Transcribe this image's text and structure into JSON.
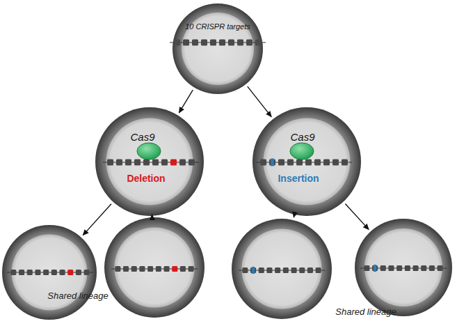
{
  "diagram": {
    "nodes": [
      {
        "text": [
          "10 CRISPR targets"
        ]
      },
      {
        "text": [
          "Cas9",
          "Deletion"
        ]
      },
      {
        "text": [
          "Cas9",
          "Insertion"
        ]
      },
      {
        "text": []
      },
      {
        "text": []
      },
      {
        "text": []
      },
      {
        "text": []
      }
    ],
    "edges": [
      {
        "from": 0,
        "to": 1,
        "arrow": "to"
      },
      {
        "from": 0,
        "to": 2,
        "arrow": "to"
      },
      {
        "from": 1,
        "to": 3,
        "arrow": "to"
      },
      {
        "from": 1,
        "to": 4,
        "arrow": "to"
      },
      {
        "from": 2,
        "to": 5,
        "arrow": "to"
      },
      {
        "from": 2,
        "to": 6,
        "arrow": "to"
      }
    ],
    "labels": [
      "Shared lineage",
      "Shared lineage"
    ]
  }
}
